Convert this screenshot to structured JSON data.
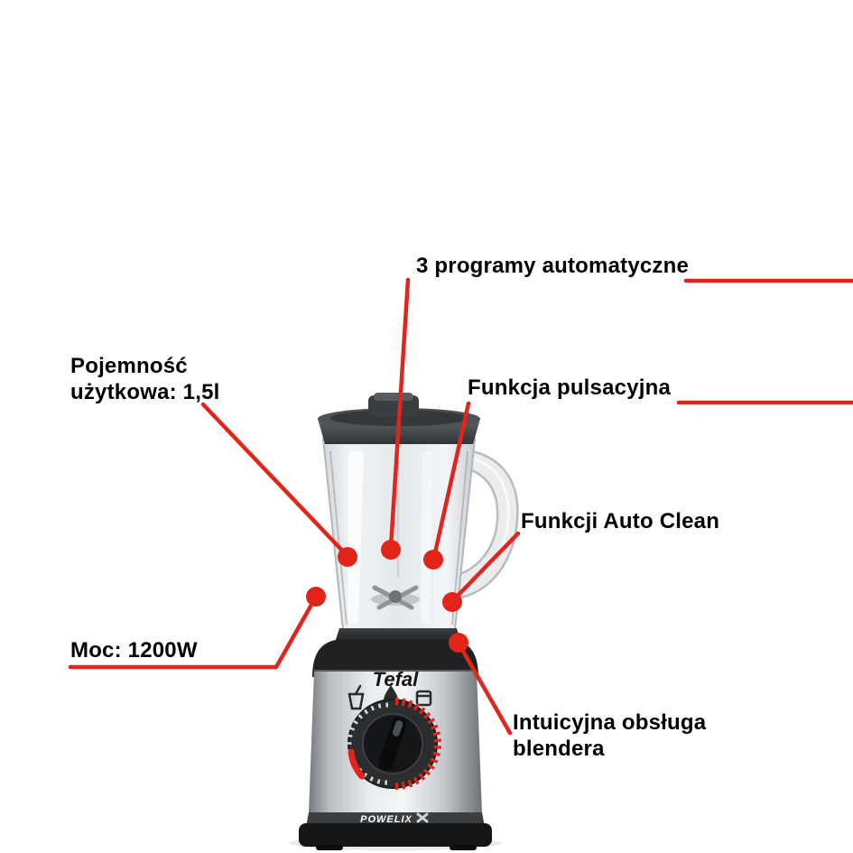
{
  "colors": {
    "accent": "#e1251b",
    "background": "#ffffff",
    "text": "#000000"
  },
  "callouts": {
    "programs": {
      "label": "3 programy automatyczne"
    },
    "capacity": {
      "line1": "Pojemność",
      "line2": "użytkowa: 1,5l"
    },
    "pulse": {
      "label": "Funkcja pulsacyjna"
    },
    "autoclean": {
      "label": "Funkcji Auto Clean"
    },
    "power": {
      "label": "Moc: 1200W"
    },
    "intuitive": {
      "line1": "Intuicyjna obsługa",
      "line2": "blendera"
    }
  },
  "product": {
    "brand": "Tefal",
    "badge": "POWELIX"
  }
}
